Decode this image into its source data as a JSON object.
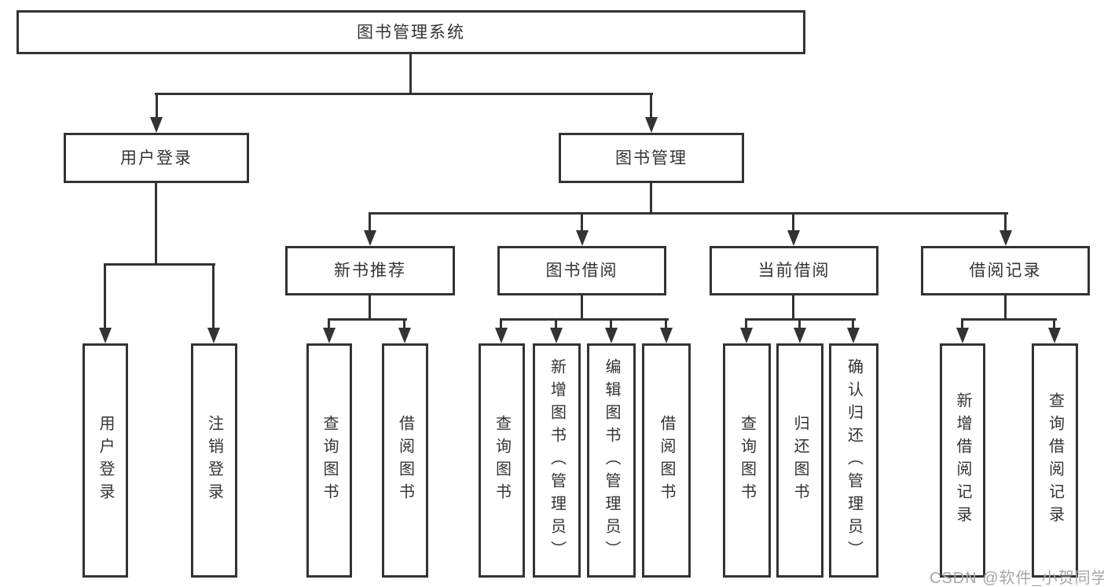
{
  "diagram": {
    "root": {
      "label": "图书管理系统"
    },
    "level2": [
      {
        "label": "用户登录"
      },
      {
        "label": "图书管理"
      }
    ],
    "level3": [
      {
        "label": "新书推荐",
        "parent": "图书管理"
      },
      {
        "label": "图书借阅",
        "parent": "图书管理"
      },
      {
        "label": "当前借阅",
        "parent": "图书管理"
      },
      {
        "label": "借阅记录",
        "parent": "图书管理"
      }
    ],
    "leaves": [
      {
        "label": "用户登录",
        "parent": "用户登录"
      },
      {
        "label": "注销登录",
        "parent": "用户登录"
      },
      {
        "label": "查询图书",
        "parent": "新书推荐"
      },
      {
        "label": "借阅图书",
        "parent": "新书推荐"
      },
      {
        "label": "查询图书",
        "parent": "图书借阅"
      },
      {
        "label": "新增图书（管理员）",
        "parent": "图书借阅"
      },
      {
        "label": "编辑图书（管理员）",
        "parent": "图书借阅"
      },
      {
        "label": "借阅图书",
        "parent": "图书借阅"
      },
      {
        "label": "查询图书",
        "parent": "当前借阅"
      },
      {
        "label": "归还图书",
        "parent": "当前借阅"
      },
      {
        "label": "确认归还（管理员）",
        "parent": "当前借阅"
      },
      {
        "label": "新增借阅记录",
        "parent": "借阅记录"
      },
      {
        "label": "查询借阅记录",
        "parent": "借阅记录"
      }
    ]
  },
  "watermark": {
    "text": "CSDN @软件_小贺同学"
  },
  "colors": {
    "line": "#333333",
    "box_border": "#333333",
    "box_fill": "#ffffff",
    "label_text": "#333333",
    "watermark_text": "#a6a6a6",
    "background": "#ffffff"
  }
}
